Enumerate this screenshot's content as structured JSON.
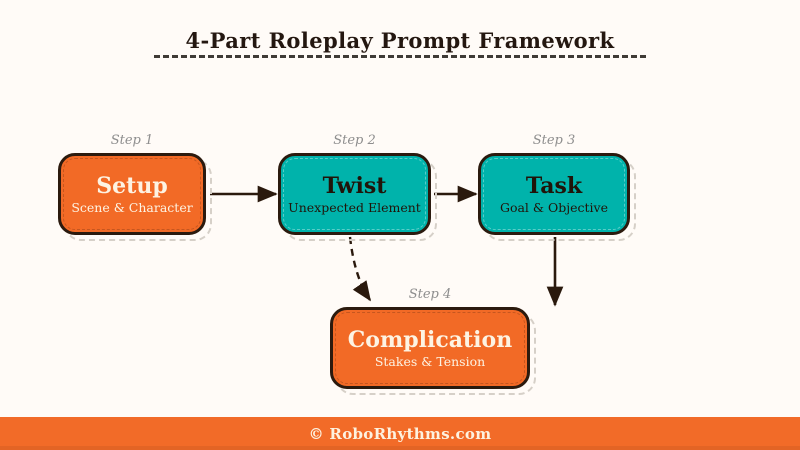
{
  "title": "4-Part Roleplay Prompt Framework",
  "steps": [
    {
      "step_label": "Step 1",
      "title": "Setup",
      "subtitle": "Scene & Character",
      "fill": "#F26A26",
      "text_color": "#FDF3E3"
    },
    {
      "step_label": "Step 2",
      "title": "Twist",
      "subtitle": "Unexpected Element",
      "fill": "#00B3AB",
      "text_color": "#201409"
    },
    {
      "step_label": "Step 3",
      "title": "Task",
      "subtitle": "Goal & Objective",
      "fill": "#00B3AB",
      "text_color": "#201409"
    },
    {
      "step_label": "Step 4",
      "title": "Complication",
      "subtitle": "Stakes & Tension",
      "fill": "#F26A26",
      "text_color": "#FDF3E3"
    }
  ],
  "connectors": [
    {
      "from": "Setup",
      "to": "Twist",
      "style": "solid"
    },
    {
      "from": "Twist",
      "to": "Task",
      "style": "solid"
    },
    {
      "from": "Twist",
      "to": "Complication",
      "style": "dashed"
    },
    {
      "from": "Task",
      "to": "down",
      "style": "solid"
    }
  ],
  "footer": {
    "text": "© RoboRhythms.com",
    "background": "#F26B28"
  },
  "colors": {
    "background": "#FFFBF7",
    "accent_orange": "#F26A26",
    "accent_teal": "#00B3AB",
    "stroke_dark": "#2A190D",
    "step_label_gray": "#8E8E8E",
    "shadow_dash": "#D6D0C8"
  }
}
